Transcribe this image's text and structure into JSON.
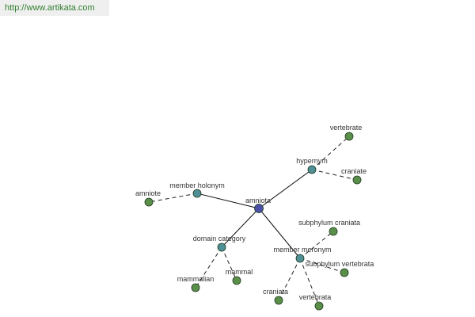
{
  "site": {
    "url": "http://www.artikata.com"
  },
  "graph": {
    "nodes": [
      {
        "id": "amniota",
        "label": "amniota",
        "kind": "center",
        "color": "#4b4fa8"
      },
      {
        "id": "member_holonym",
        "label": "member holonym",
        "kind": "relation",
        "color": "#4f8f96"
      },
      {
        "id": "hypernym",
        "label": "hypernym",
        "kind": "relation",
        "color": "#4f8f96"
      },
      {
        "id": "domain_category",
        "label": "domain category",
        "kind": "relation",
        "color": "#4f8f96"
      },
      {
        "id": "member_meronym",
        "label": "member meronym",
        "kind": "relation",
        "color": "#4f8f96"
      },
      {
        "id": "amniote",
        "label": "amniote",
        "kind": "term",
        "color": "#5a8f4a"
      },
      {
        "id": "vertebrate",
        "label": "vertebrate",
        "kind": "term",
        "color": "#5a8f4a"
      },
      {
        "id": "craniate",
        "label": "craniate",
        "kind": "term",
        "color": "#5a8f4a"
      },
      {
        "id": "mammalian",
        "label": "mammalian",
        "kind": "term",
        "color": "#5a8f4a"
      },
      {
        "id": "mammal",
        "label": "mammal",
        "kind": "term",
        "color": "#5a8f4a"
      },
      {
        "id": "subphylum_craniata",
        "label": "subphylum craniata",
        "kind": "term",
        "color": "#5a8f4a"
      },
      {
        "id": "subphylum_vertebrata",
        "label": "subphylum vertebrata",
        "kind": "term",
        "color": "#5a8f4a"
      },
      {
        "id": "craniata",
        "label": "craniata",
        "kind": "term",
        "color": "#5a8f4a"
      },
      {
        "id": "vertebrata",
        "label": "vertebrata",
        "kind": "term",
        "color": "#5a8f4a"
      }
    ],
    "edges": [
      {
        "from": "amniota",
        "to": "member_holonym",
        "style": "solid"
      },
      {
        "from": "amniota",
        "to": "hypernym",
        "style": "solid"
      },
      {
        "from": "amniota",
        "to": "domain_category",
        "style": "solid"
      },
      {
        "from": "amniota",
        "to": "member_meronym",
        "style": "solid"
      },
      {
        "from": "member_holonym",
        "to": "amniote",
        "style": "dashed"
      },
      {
        "from": "hypernym",
        "to": "vertebrate",
        "style": "dashed"
      },
      {
        "from": "hypernym",
        "to": "craniate",
        "style": "dashed"
      },
      {
        "from": "domain_category",
        "to": "mammalian",
        "style": "dashed"
      },
      {
        "from": "domain_category",
        "to": "mammal",
        "style": "dashed"
      },
      {
        "from": "member_meronym",
        "to": "subphylum_craniata",
        "style": "dashed"
      },
      {
        "from": "member_meronym",
        "to": "subphylum_vertebrata",
        "style": "dashed"
      },
      {
        "from": "member_meronym",
        "to": "craniata",
        "style": "dashed"
      },
      {
        "from": "member_meronym",
        "to": "vertebrata",
        "style": "dashed"
      }
    ]
  }
}
